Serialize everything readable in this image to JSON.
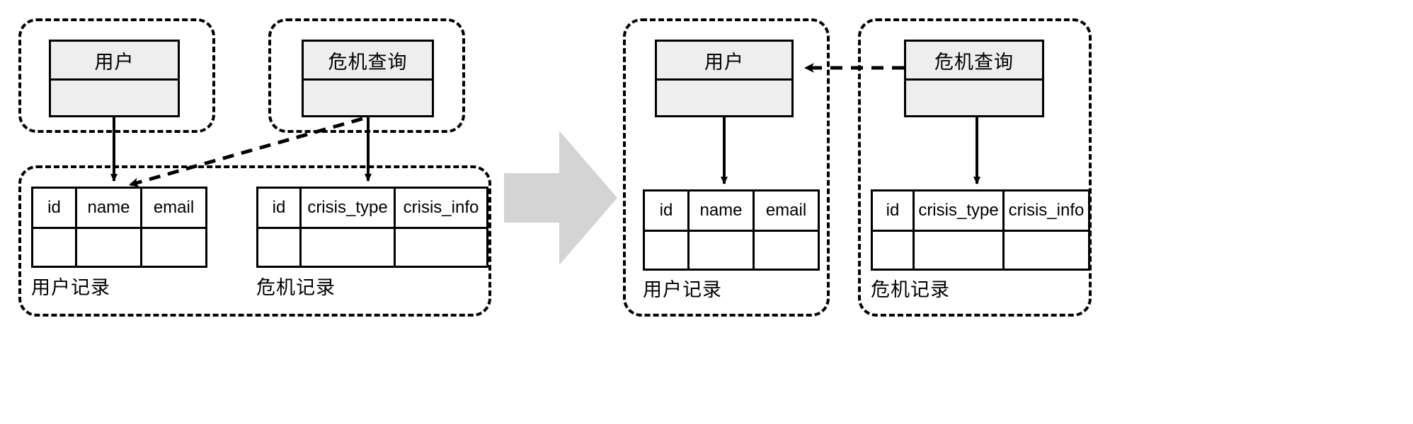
{
  "diagram": {
    "title": "",
    "colors": {
      "class_fill": "#eeeeee",
      "stroke": "#000000",
      "table_fill": "#ffffff",
      "transform_arrow": "#d4d4d4",
      "background": "#ffffff"
    },
    "before": {
      "name": "before-state",
      "packages": [
        {
          "id": "pkg-user-service-before",
          "class": {
            "title": "用户",
            "compartments": 2
          }
        },
        {
          "id": "pkg-crisis-service-before",
          "class": {
            "title": "危机查询",
            "compartments": 2
          }
        },
        {
          "id": "pkg-shared-database-before",
          "tables": [
            {
              "id": "table-user-before",
              "caption": "用户记录",
              "columns": [
                "id",
                "name",
                "email"
              ],
              "rows": [
                [
                  "",
                  "",
                  ""
                ]
              ]
            },
            {
              "id": "table-crisis-before",
              "caption": "危机记录",
              "columns": [
                "id",
                "crisis_type",
                "crisis_info"
              ],
              "rows": [
                [
                  "",
                  "",
                  ""
                ]
              ]
            }
          ]
        }
      ],
      "connectors": [
        {
          "from": "用户",
          "to": "用户记录",
          "style": "solid",
          "arrow": "filled"
        },
        {
          "from": "危机查询",
          "to": "危机记录",
          "style": "solid",
          "arrow": "filled"
        },
        {
          "from": "危机查询",
          "to": "用户记录",
          "style": "dashed",
          "arrow": "open"
        }
      ]
    },
    "transform_arrow": {
      "name": "transform-arrow",
      "direction": "right"
    },
    "after": {
      "name": "after-state",
      "packages": [
        {
          "id": "pkg-user-service-after",
          "class": {
            "title": "用户",
            "compartments": 2
          },
          "table": {
            "id": "table-user-after",
            "caption": "用户记录",
            "columns": [
              "id",
              "name",
              "email"
            ],
            "rows": [
              [
                "",
                "",
                ""
              ]
            ]
          }
        },
        {
          "id": "pkg-crisis-service-after",
          "class": {
            "title": "危机查询",
            "compartments": 2
          },
          "table": {
            "id": "table-crisis-after",
            "caption": "危机记录",
            "columns": [
              "id",
              "crisis_type",
              "crisis_info"
            ],
            "rows": [
              [
                "",
                "",
                ""
              ]
            ]
          }
        }
      ],
      "connectors": [
        {
          "from": "用户",
          "to": "用户记录",
          "style": "solid",
          "arrow": "filled"
        },
        {
          "from": "危机查询",
          "to": "危机记录",
          "style": "solid",
          "arrow": "filled"
        },
        {
          "from": "危机查询",
          "to": "用户",
          "style": "dashed",
          "arrow": "open"
        }
      ]
    }
  }
}
